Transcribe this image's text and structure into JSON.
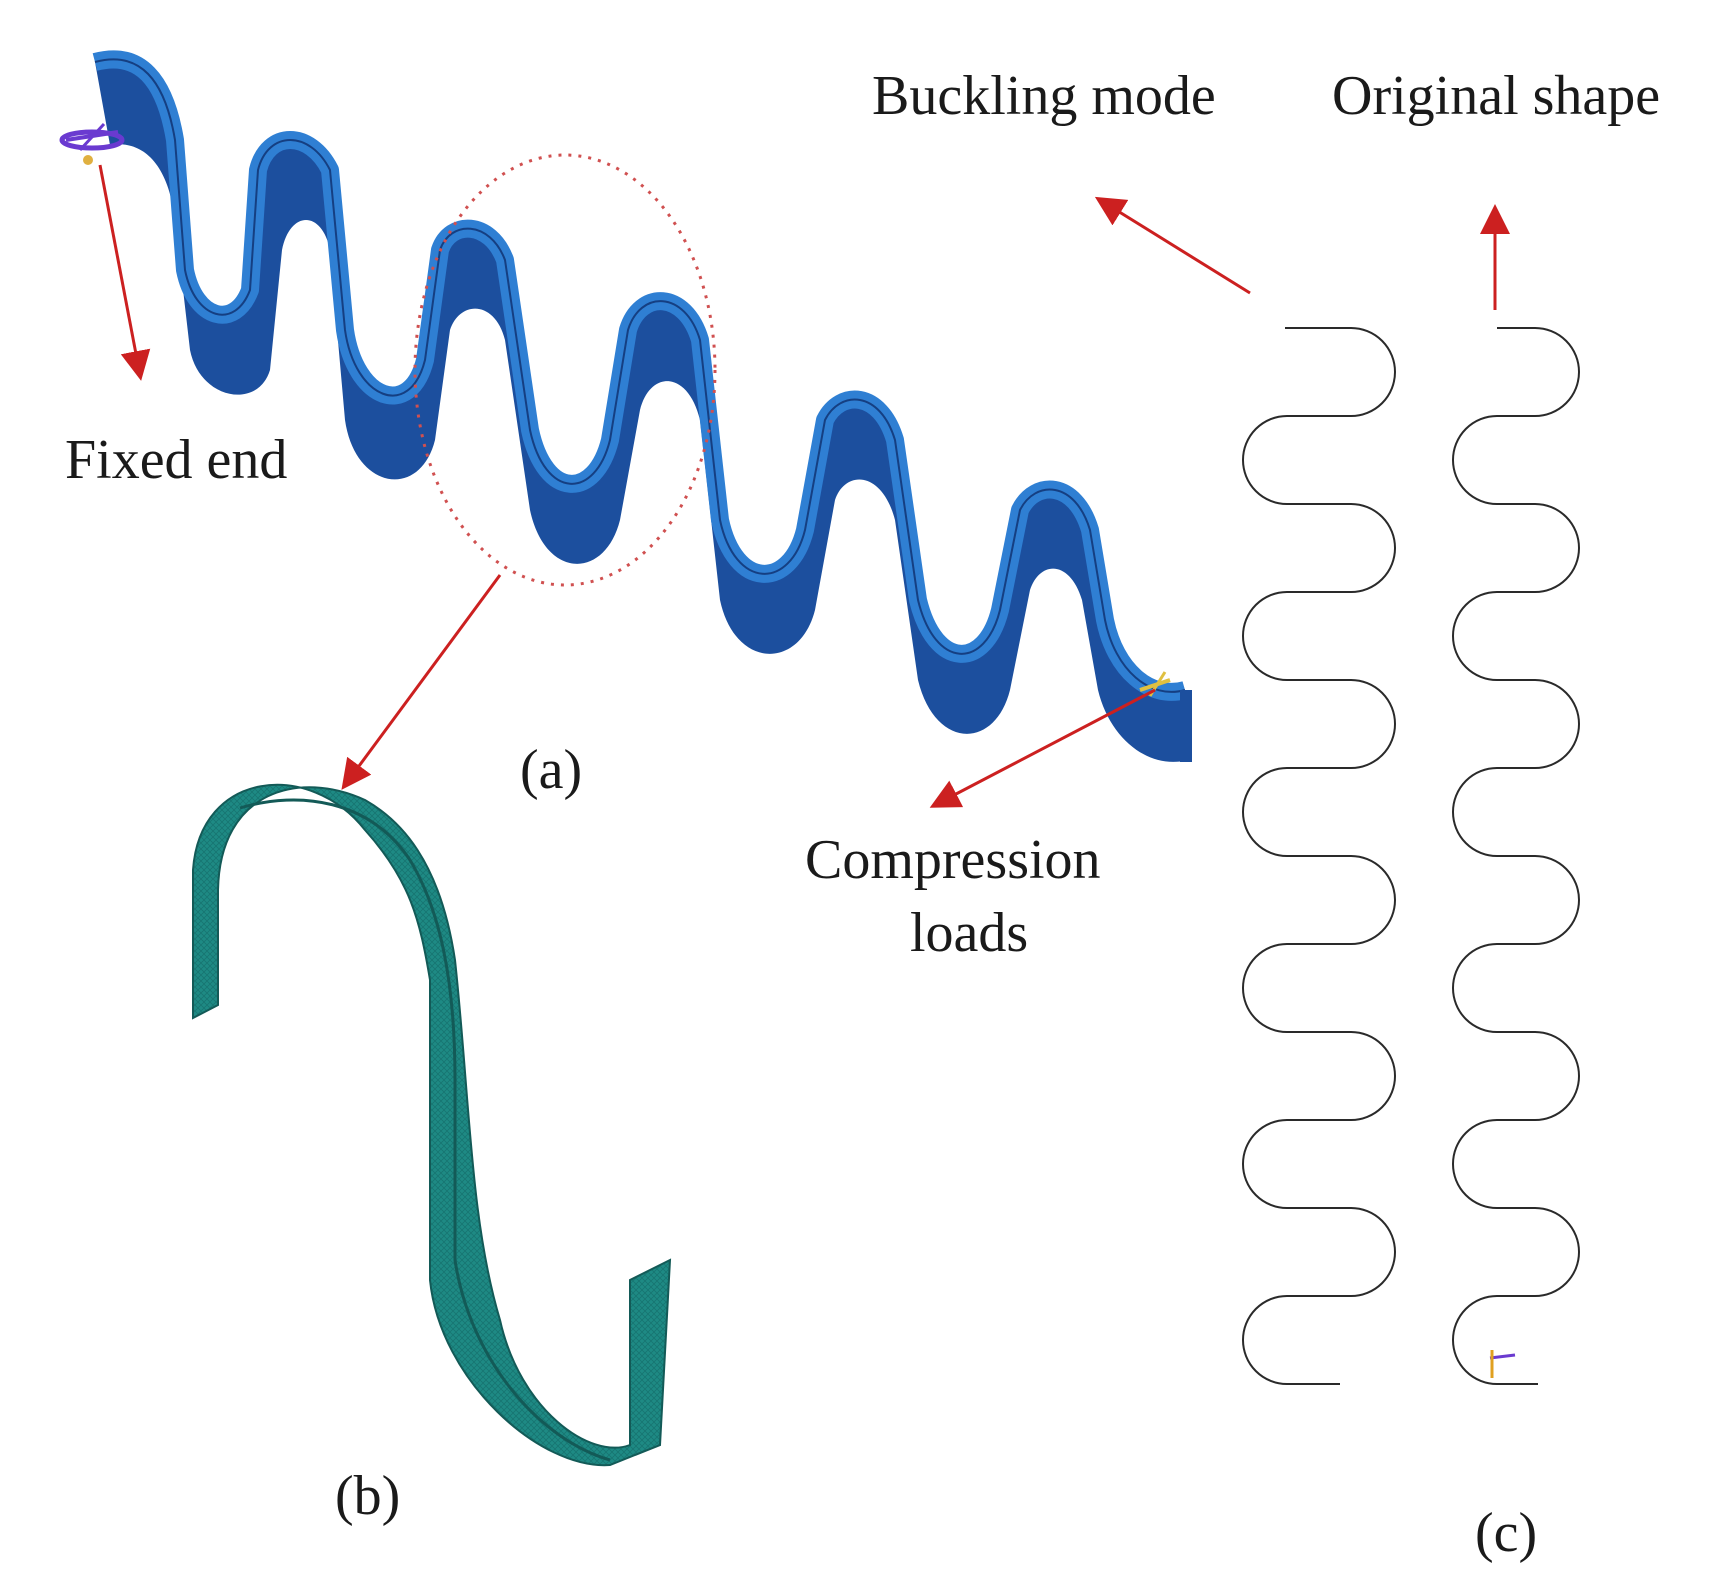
{
  "labels": {
    "fixed_end": "Fixed end",
    "buckling_mode": "Buckling mode",
    "original_shape": "Original shape",
    "compression_line1": "Compression",
    "compression_line2": "loads",
    "panel_a": "(a)",
    "panel_b": "(b)",
    "panel_c": "(c)"
  },
  "colors": {
    "strip_front": "#2f7fd3",
    "strip_side": "#1c4f9e",
    "strip_edge": "#153f82",
    "detail_front": "#1e8a84",
    "detail_side": "#135a57",
    "outline": "#2a2a2a",
    "arrow": "#cc2020",
    "dotted_ellipse": "#d05050",
    "fixed_marker": "#6a3ad0",
    "load_marker": "#e0c040"
  }
}
